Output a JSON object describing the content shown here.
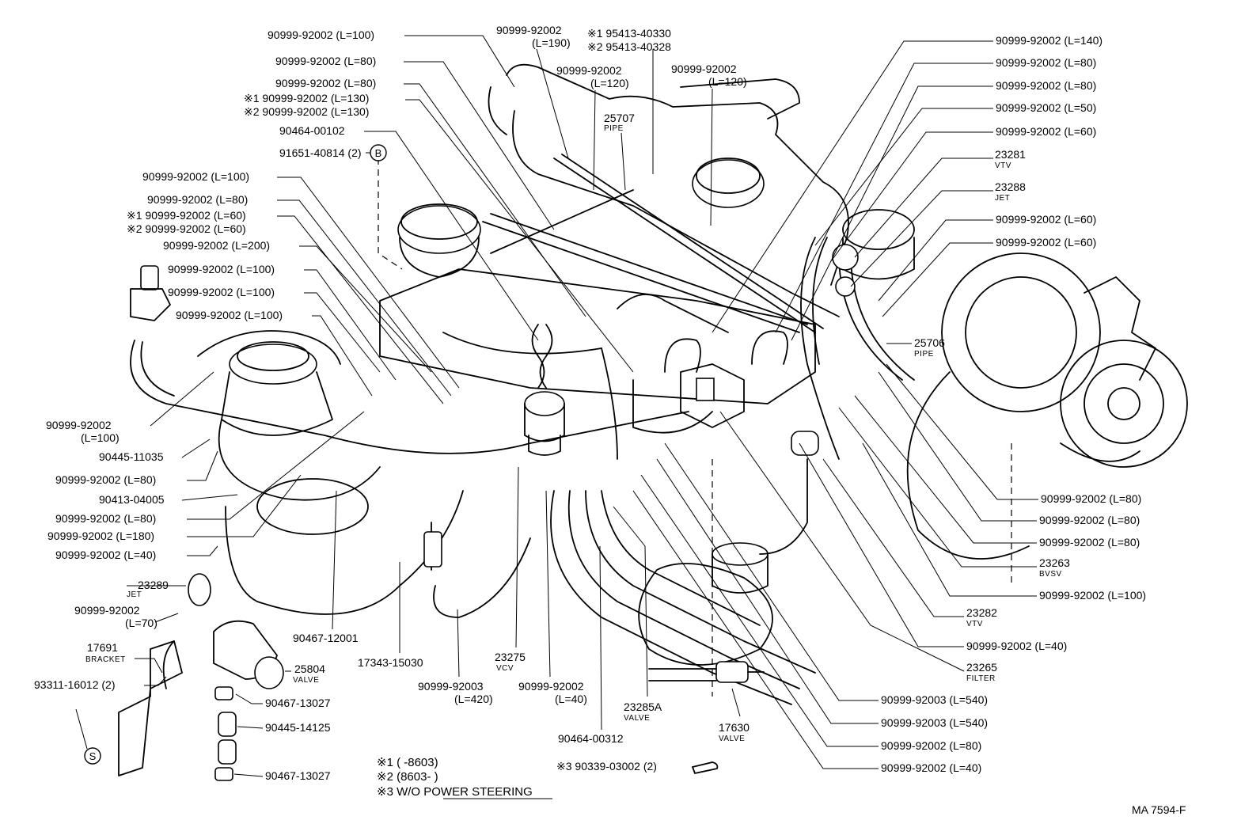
{
  "callouts": [
    {
      "id": "c01",
      "text": "90999-92002 (L=100)",
      "sub": ""
    },
    {
      "id": "c02",
      "text": "90999-92002 (L=80)",
      "sub": ""
    },
    {
      "id": "c03",
      "text": "90999-92002 (L=80)",
      "sub": ""
    },
    {
      "id": "c04",
      "text": "※1 90999-92002 (L=130)",
      "sub": ""
    },
    {
      "id": "c05",
      "text": "※2 90999-92002 (L=130)",
      "sub": ""
    },
    {
      "id": "c06",
      "text": "90464-00102",
      "sub": ""
    },
    {
      "id": "c07",
      "text": "91651-40814 (2)",
      "sub": ""
    },
    {
      "id": "c08",
      "text": "90999-92002 (L=100)",
      "sub": ""
    },
    {
      "id": "c09",
      "text": "90999-92002 (L=80)",
      "sub": ""
    },
    {
      "id": "c10",
      "text": "※1 90999-92002 (L=60)",
      "sub": ""
    },
    {
      "id": "c11",
      "text": "※2 90999-92002 (L=60)",
      "sub": ""
    },
    {
      "id": "c12",
      "text": "90999-92002 (L=200)",
      "sub": ""
    },
    {
      "id": "c13",
      "text": "90999-92002 (L=100)",
      "sub": ""
    },
    {
      "id": "c14",
      "text": "90999-92002 (L=100)",
      "sub": ""
    },
    {
      "id": "c15",
      "text": "90999-92002 (L=100)",
      "sub": ""
    },
    {
      "id": "c16",
      "text": "90999-92002",
      "sub": "(L=100)"
    },
    {
      "id": "c17",
      "text": "90445-11035",
      "sub": ""
    },
    {
      "id": "c18",
      "text": "90999-92002 (L=80)",
      "sub": ""
    },
    {
      "id": "c19",
      "text": "90413-04005",
      "sub": ""
    },
    {
      "id": "c20",
      "text": "90999-92002 (L=80)",
      "sub": ""
    },
    {
      "id": "c21",
      "text": "90999-92002 (L=180)",
      "sub": ""
    },
    {
      "id": "c22",
      "text": "90999-92002 (L=40)",
      "sub": ""
    },
    {
      "id": "c23",
      "text": "23289",
      "sub": "JET"
    },
    {
      "id": "c24",
      "text": "90999-92002",
      "sub": "(L=70)"
    },
    {
      "id": "c25",
      "text": "17691",
      "sub": "BRACKET"
    },
    {
      "id": "c26",
      "text": "93311-16012 (2)",
      "sub": ""
    },
    {
      "id": "c27",
      "text": "25804",
      "sub": "VALVE"
    },
    {
      "id": "c28",
      "text": "90467-13027",
      "sub": ""
    },
    {
      "id": "c29",
      "text": "90445-14125",
      "sub": ""
    },
    {
      "id": "c30",
      "text": "90467-13027",
      "sub": ""
    },
    {
      "id": "c31",
      "text": "90467-12001",
      "sub": ""
    },
    {
      "id": "c32",
      "text": "17343-15030",
      "sub": ""
    },
    {
      "id": "c33",
      "text": "23275",
      "sub": "VCV"
    },
    {
      "id": "c34",
      "text": "90999-92003",
      "sub": "(L=420)"
    },
    {
      "id": "c35",
      "text": "90999-92002",
      "sub": "(L=40)"
    },
    {
      "id": "c36",
      "text": "23285A",
      "sub": "VALVE"
    },
    {
      "id": "c37",
      "text": "90464-00312",
      "sub": ""
    },
    {
      "id": "c38",
      "text": "※3 90339-03002 (2)",
      "sub": ""
    },
    {
      "id": "c39",
      "text": "17630",
      "sub": "VALVE"
    },
    {
      "id": "c40",
      "text": "90999-92002",
      "sub": "(L=190)"
    },
    {
      "id": "c41",
      "text": "※1 95413-40330",
      "sub": ""
    },
    {
      "id": "c42",
      "text": "※2 95413-40328",
      "sub": ""
    },
    {
      "id": "c43",
      "text": "90999-92002",
      "sub": "(L=120)"
    },
    {
      "id": "c44",
      "text": "90999-92002",
      "sub": "(L=120)"
    },
    {
      "id": "c45",
      "text": "25707",
      "sub": "PIPE"
    },
    {
      "id": "c46",
      "text": "90999-92002 (L=140)",
      "sub": ""
    },
    {
      "id": "c47",
      "text": "90999-92002 (L=80)",
      "sub": ""
    },
    {
      "id": "c48",
      "text": "90999-92002 (L=80)",
      "sub": ""
    },
    {
      "id": "c49",
      "text": "90999-92002 (L=50)",
      "sub": ""
    },
    {
      "id": "c50",
      "text": "90999-92002 (L=60)",
      "sub": ""
    },
    {
      "id": "c51",
      "text": "23281",
      "sub": "VTV"
    },
    {
      "id": "c52",
      "text": "23288",
      "sub": "JET"
    },
    {
      "id": "c53",
      "text": "90999-92002 (L=60)",
      "sub": ""
    },
    {
      "id": "c54",
      "text": "90999-92002 (L=60)",
      "sub": ""
    },
    {
      "id": "c55",
      "text": "25706",
      "sub": "PIPE"
    },
    {
      "id": "c56",
      "text": "90999-92002 (L=80)",
      "sub": ""
    },
    {
      "id": "c57",
      "text": "90999-92002 (L=80)",
      "sub": ""
    },
    {
      "id": "c58",
      "text": "90999-92002 (L=80)",
      "sub": ""
    },
    {
      "id": "c59",
      "text": "23263",
      "sub": "BVSV"
    },
    {
      "id": "c60",
      "text": "90999-92002 (L=100)",
      "sub": ""
    },
    {
      "id": "c61",
      "text": "23282",
      "sub": "VTV"
    },
    {
      "id": "c62",
      "text": "90999-92002 (L=40)",
      "sub": ""
    },
    {
      "id": "c63",
      "text": "23265",
      "sub": "FILTER"
    },
    {
      "id": "c64",
      "text": "90999-92003 (L=540)",
      "sub": ""
    },
    {
      "id": "c65",
      "text": "90999-92003 (L=540)",
      "sub": ""
    },
    {
      "id": "c66",
      "text": "90999-92002 (L=80)",
      "sub": ""
    },
    {
      "id": "c67",
      "text": "90999-92002 (L=40)",
      "sub": ""
    }
  ],
  "markers": {
    "b": "B",
    "s": "S"
  },
  "notes": {
    "n1": "※1 (      -8603)",
    "n2": "※2 (8603-      )",
    "n3": "※3 W/O POWER STEERING"
  },
  "figure_code": "MA 7594-F"
}
